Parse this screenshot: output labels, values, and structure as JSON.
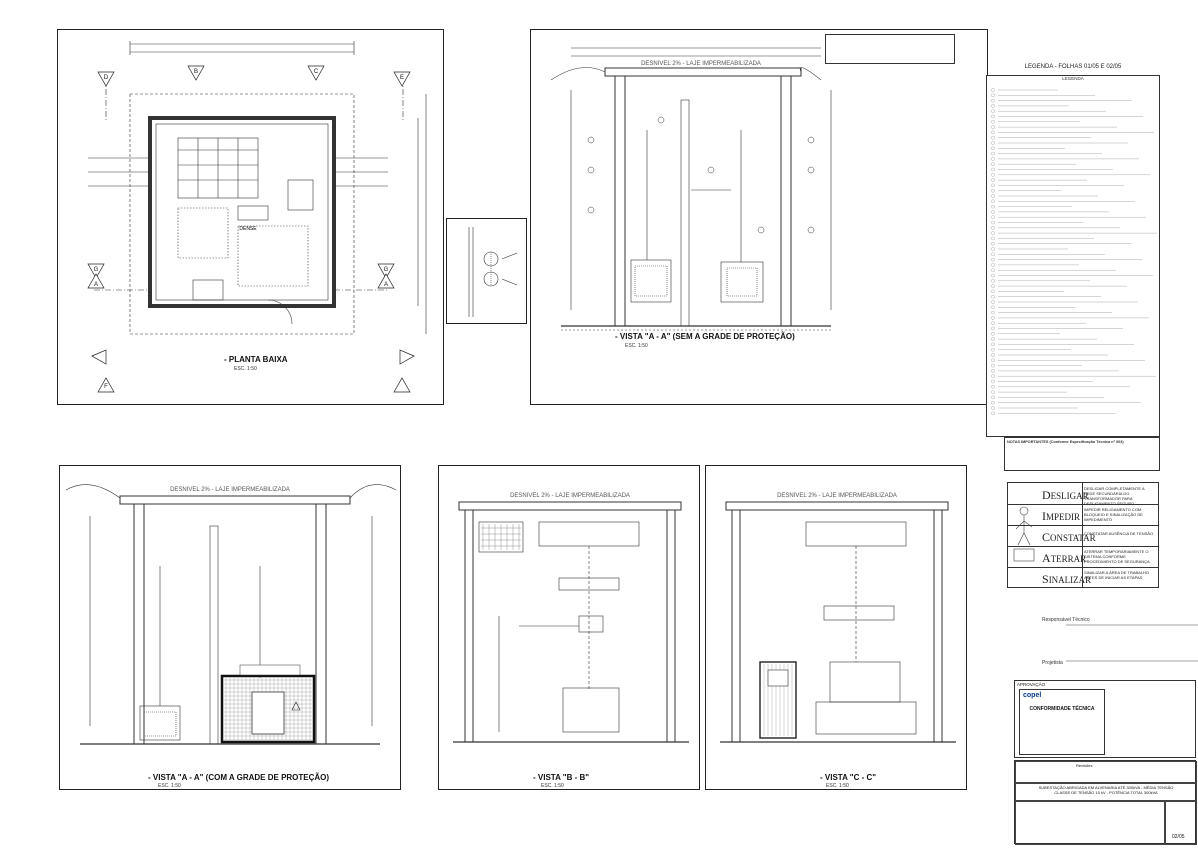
{
  "views": {
    "plan": {
      "title": "- PLANTA BAIXA",
      "scale": "ESC. 1:50",
      "dense_label": "DENSE"
    },
    "section_a_no_grid": {
      "title": "- VISTA \"A - A\" (SEM A GRADE DE PROTEÇÃO)",
      "scale": "ESC. 1:50",
      "roof_label": "DESNIVEL 2% - LAJE IMPERMEABILIZADA"
    },
    "section_a_grid": {
      "title": "- VISTA \"A - A\" (COM A GRADE DE PROTEÇÃO)",
      "scale": "ESC. 1:50",
      "roof_label": "DESNIVEL 2% - LAJE IMPERMEABILIZADA"
    },
    "section_b": {
      "title": "- VISTA \"B - B\"",
      "scale": "ESC. 1:50",
      "roof_label": "DESNIVEL 2% - LAJE IMPERMEABILIZADA"
    },
    "section_c": {
      "title": "- VISTA \"C - C\"",
      "scale": "ESC. 1:50",
      "roof_label": "DESNIVEL 2% - LAJE IMPERMEABILIZADA"
    }
  },
  "cut_markers": [
    "D",
    "B",
    "C",
    "E",
    "G",
    "A",
    "F"
  ],
  "legend": {
    "header": "LEGENDA - FOLHAS 01/05 E 02/05",
    "subheader": "LEGENDA"
  },
  "notes_title": "NOTAS IMPORTANTES (Conforme Especificação Técnica nº 003)",
  "safety": {
    "steps": [
      {
        "initial": "D",
        "rest": "ESLIGAR",
        "text": "DESLIGAR COMPLETAMENTE A REDE SECUNDÁRIA DO TRANSFORMADOR PARA DESLIGAMENTO SEGURO"
      },
      {
        "initial": "I",
        "rest": "MPEDIR",
        "text": "IMPEDIR RELIGAMENTO COM BLOQUEIO E SINALIZAÇÃO DE IMPEDIMENTO"
      },
      {
        "initial": "C",
        "rest": "ONSTATAR",
        "text": "CONSTATAR AUSÊNCIA DE TENSÃO"
      },
      {
        "initial": "A",
        "rest": "TERRAR",
        "text": "ATERRAR TEMPORARIAMENTE O SISTEMA CONFORME PROCEDIMENTO DE SEGURANÇA"
      },
      {
        "initial": "S",
        "rest": "INALIZAR",
        "text": "SINALIZAR A ÁREA DE TRABALHO ANTES DE INICIAR AS ETAPAS"
      }
    ]
  },
  "signatures": {
    "engineer_label": "Responsável Técnico",
    "owner_label": "Projetista"
  },
  "approval": {
    "label": "APROVAÇÃO",
    "company": "copel",
    "stamp": "CONFORMIDADE TÉCNICA"
  },
  "title_block": {
    "revisions_label": "Revisões",
    "main_title": "SUBESTAÇÃO ABRIGADA EM ALVENARIA ATÉ 300kVA - MÉDIA TENSÃO",
    "subtitle": "CLASSE DE TENSÃO 15 kV - POTÊNCIA TOTAL 300kVA",
    "sheet": "02/05"
  }
}
